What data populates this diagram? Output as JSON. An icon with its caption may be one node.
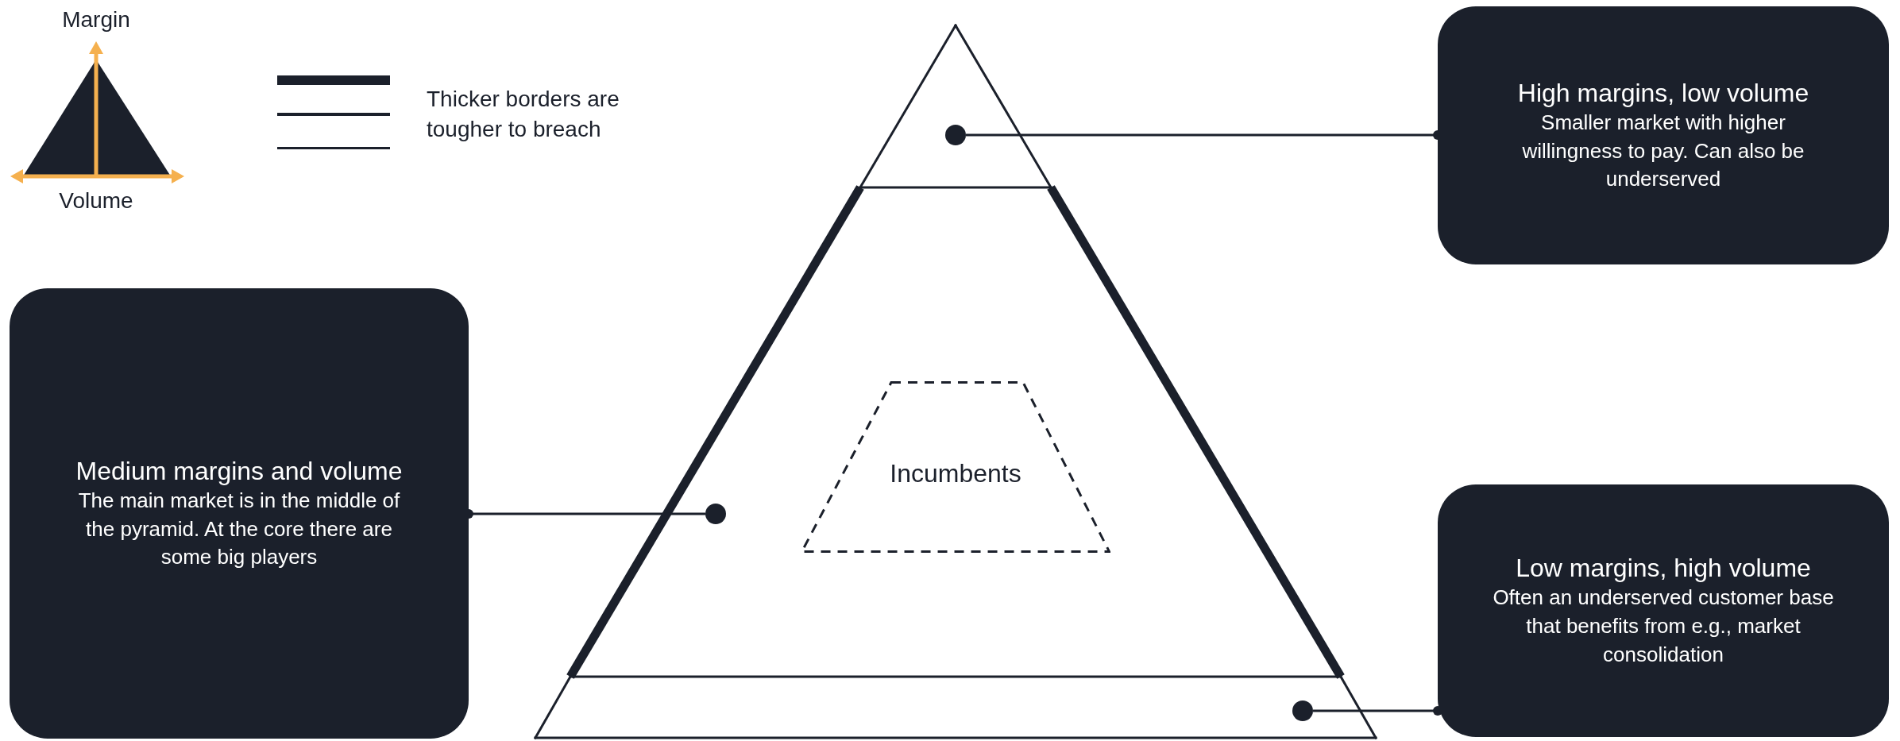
{
  "diagram": {
    "nodes": [
      {
        "text": [
          "High margins, low volume",
          "Smaller market with higher willingness to pay. Can also be underserved"
        ]
      },
      {
        "text": [],
        "shape": "circle"
      },
      {
        "text": [
          "Medium margins and volume",
          "The main market is in the middle of the pyramid. At the core there are some big players"
        ]
      },
      {
        "text": [],
        "shape": "circle"
      },
      {
        "text": [
          "Incumbents"
        ]
      },
      {
        "text": [
          "Low margins, high volume",
          "Often an underserved customer base that benefits from e.g., market consolidation"
        ]
      },
      {
        "text": [],
        "shape": "circle"
      }
    ],
    "edges": [
      {
        "from": 0,
        "to": 1,
        "arrow": "other"
      },
      {
        "from": 2,
        "to": 3,
        "arrow": "other"
      },
      {
        "from": 5,
        "to": 6,
        "arrow": "other"
      }
    ],
    "labels": [
      "Margin",
      "Volume"
    ],
    "legend": [
      {
        "text": "Thicker borders are tougher to breach"
      }
    ]
  }
}
